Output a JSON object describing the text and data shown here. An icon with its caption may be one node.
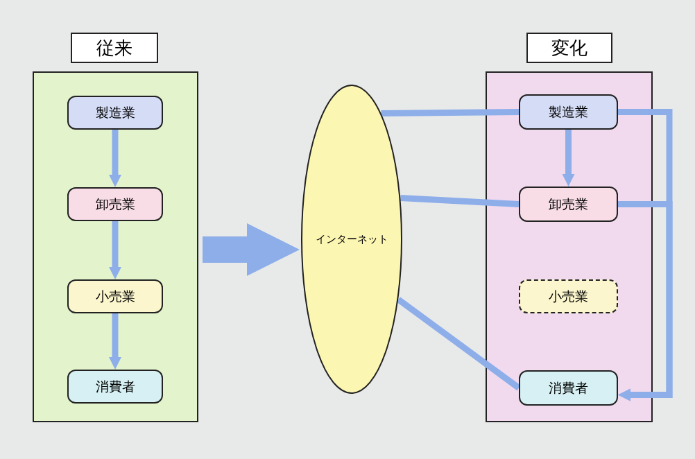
{
  "diagram": {
    "nodes": [
      {
        "text": [
          "従来"
        ]
      },
      {
        "text": [
          "製造業"
        ],
        "in": 0
      },
      {
        "text": [
          "卸売業"
        ],
        "in": 0
      },
      {
        "text": [
          "小売業"
        ],
        "in": 0
      },
      {
        "text": [
          "消費者"
        ],
        "in": 0
      },
      {
        "text": [
          "インターネット"
        ]
      },
      {
        "text": [
          "変化"
        ]
      },
      {
        "text": [
          "製造業"
        ],
        "in": 6
      },
      {
        "text": [
          "卸売業"
        ],
        "in": 6
      },
      {
        "text": [
          "小売業"
        ],
        "in": 6
      },
      {
        "text": [
          "消費者"
        ],
        "in": 6
      }
    ],
    "edges": [
      {
        "from": 1,
        "to": 2,
        "arrow": "to"
      },
      {
        "from": 2,
        "to": 3,
        "arrow": "to"
      },
      {
        "from": 3,
        "to": 4,
        "arrow": "to"
      },
      {
        "from": 0,
        "to": 5,
        "arrow": "to",
        "style": "thick"
      },
      {
        "from": 5,
        "to": 7,
        "arrow": "none"
      },
      {
        "from": 5,
        "to": 8,
        "arrow": "none"
      },
      {
        "from": 5,
        "to": 10,
        "arrow": "none"
      },
      {
        "from": 7,
        "to": 8,
        "arrow": "to"
      },
      {
        "from": 7,
        "to": 10,
        "arrow": "to"
      },
      {
        "from": 8,
        "to": 10,
        "arrow": "to"
      }
    ]
  }
}
